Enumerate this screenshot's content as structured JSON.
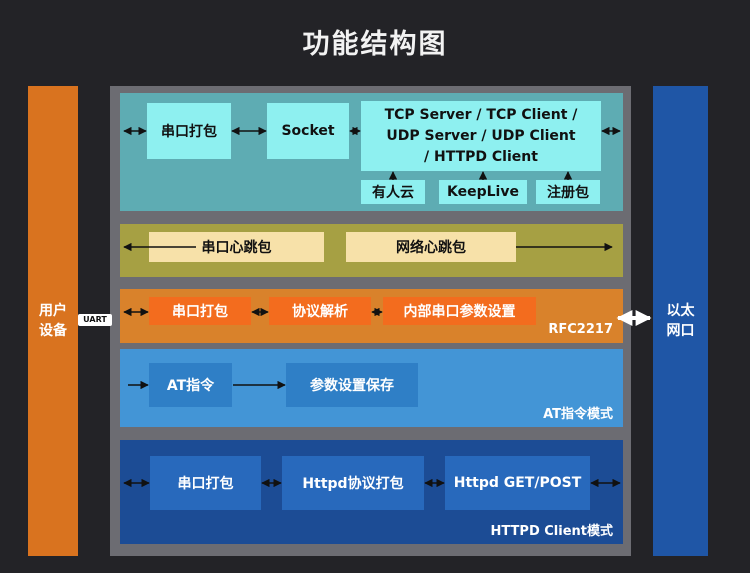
{
  "title": "功能结构图",
  "left_panel": {
    "line1": "用户",
    "line2": "设备"
  },
  "right_panel": {
    "line1": "以太",
    "line2": "网口"
  },
  "uart_label": "UART",
  "network_band": {
    "box_serial": "串口打包",
    "box_socket": "Socket",
    "box_protocols": [
      "TCP Server / TCP Client /",
      "UDP Server / UDP Client",
      "/ HTTPD Client"
    ],
    "box_cloud": "有人云",
    "box_keeplive": "KeepLive",
    "box_register": "注册包"
  },
  "heartbeat_band": {
    "box_serial_hb": "串口心跳包",
    "box_net_hb": "网络心跳包"
  },
  "rfc_band": {
    "box_serial": "串口打包",
    "box_parse": "协议解析",
    "box_settings": "内部串口参数设置",
    "tag": "RFC2217"
  },
  "at_band": {
    "box_at": "AT指令",
    "box_save": "参数设置保存",
    "tag": "AT指令模式"
  },
  "httpd_band": {
    "box_serial": "串口打包",
    "box_pack": "Httpd协议打包",
    "box_getpost": "Httpd GET/POST",
    "tag": "HTTPD Client模式"
  },
  "colors": {
    "background": "#232327",
    "left_panel": "#d9731f",
    "right_panel": "#1f56a6",
    "network_band": "#5eacb3",
    "network_box": "#8ef0f0",
    "heartbeat_band": "#a6a043",
    "heartbeat_box": "#f7e1a9",
    "rfc_band": "#d9822b",
    "rfc_box": "#f36c1e",
    "at_band": "#4395d6",
    "at_box": "#2f7fc6",
    "httpd_band": "#1c4c95",
    "httpd_box": "#2869bc"
  }
}
